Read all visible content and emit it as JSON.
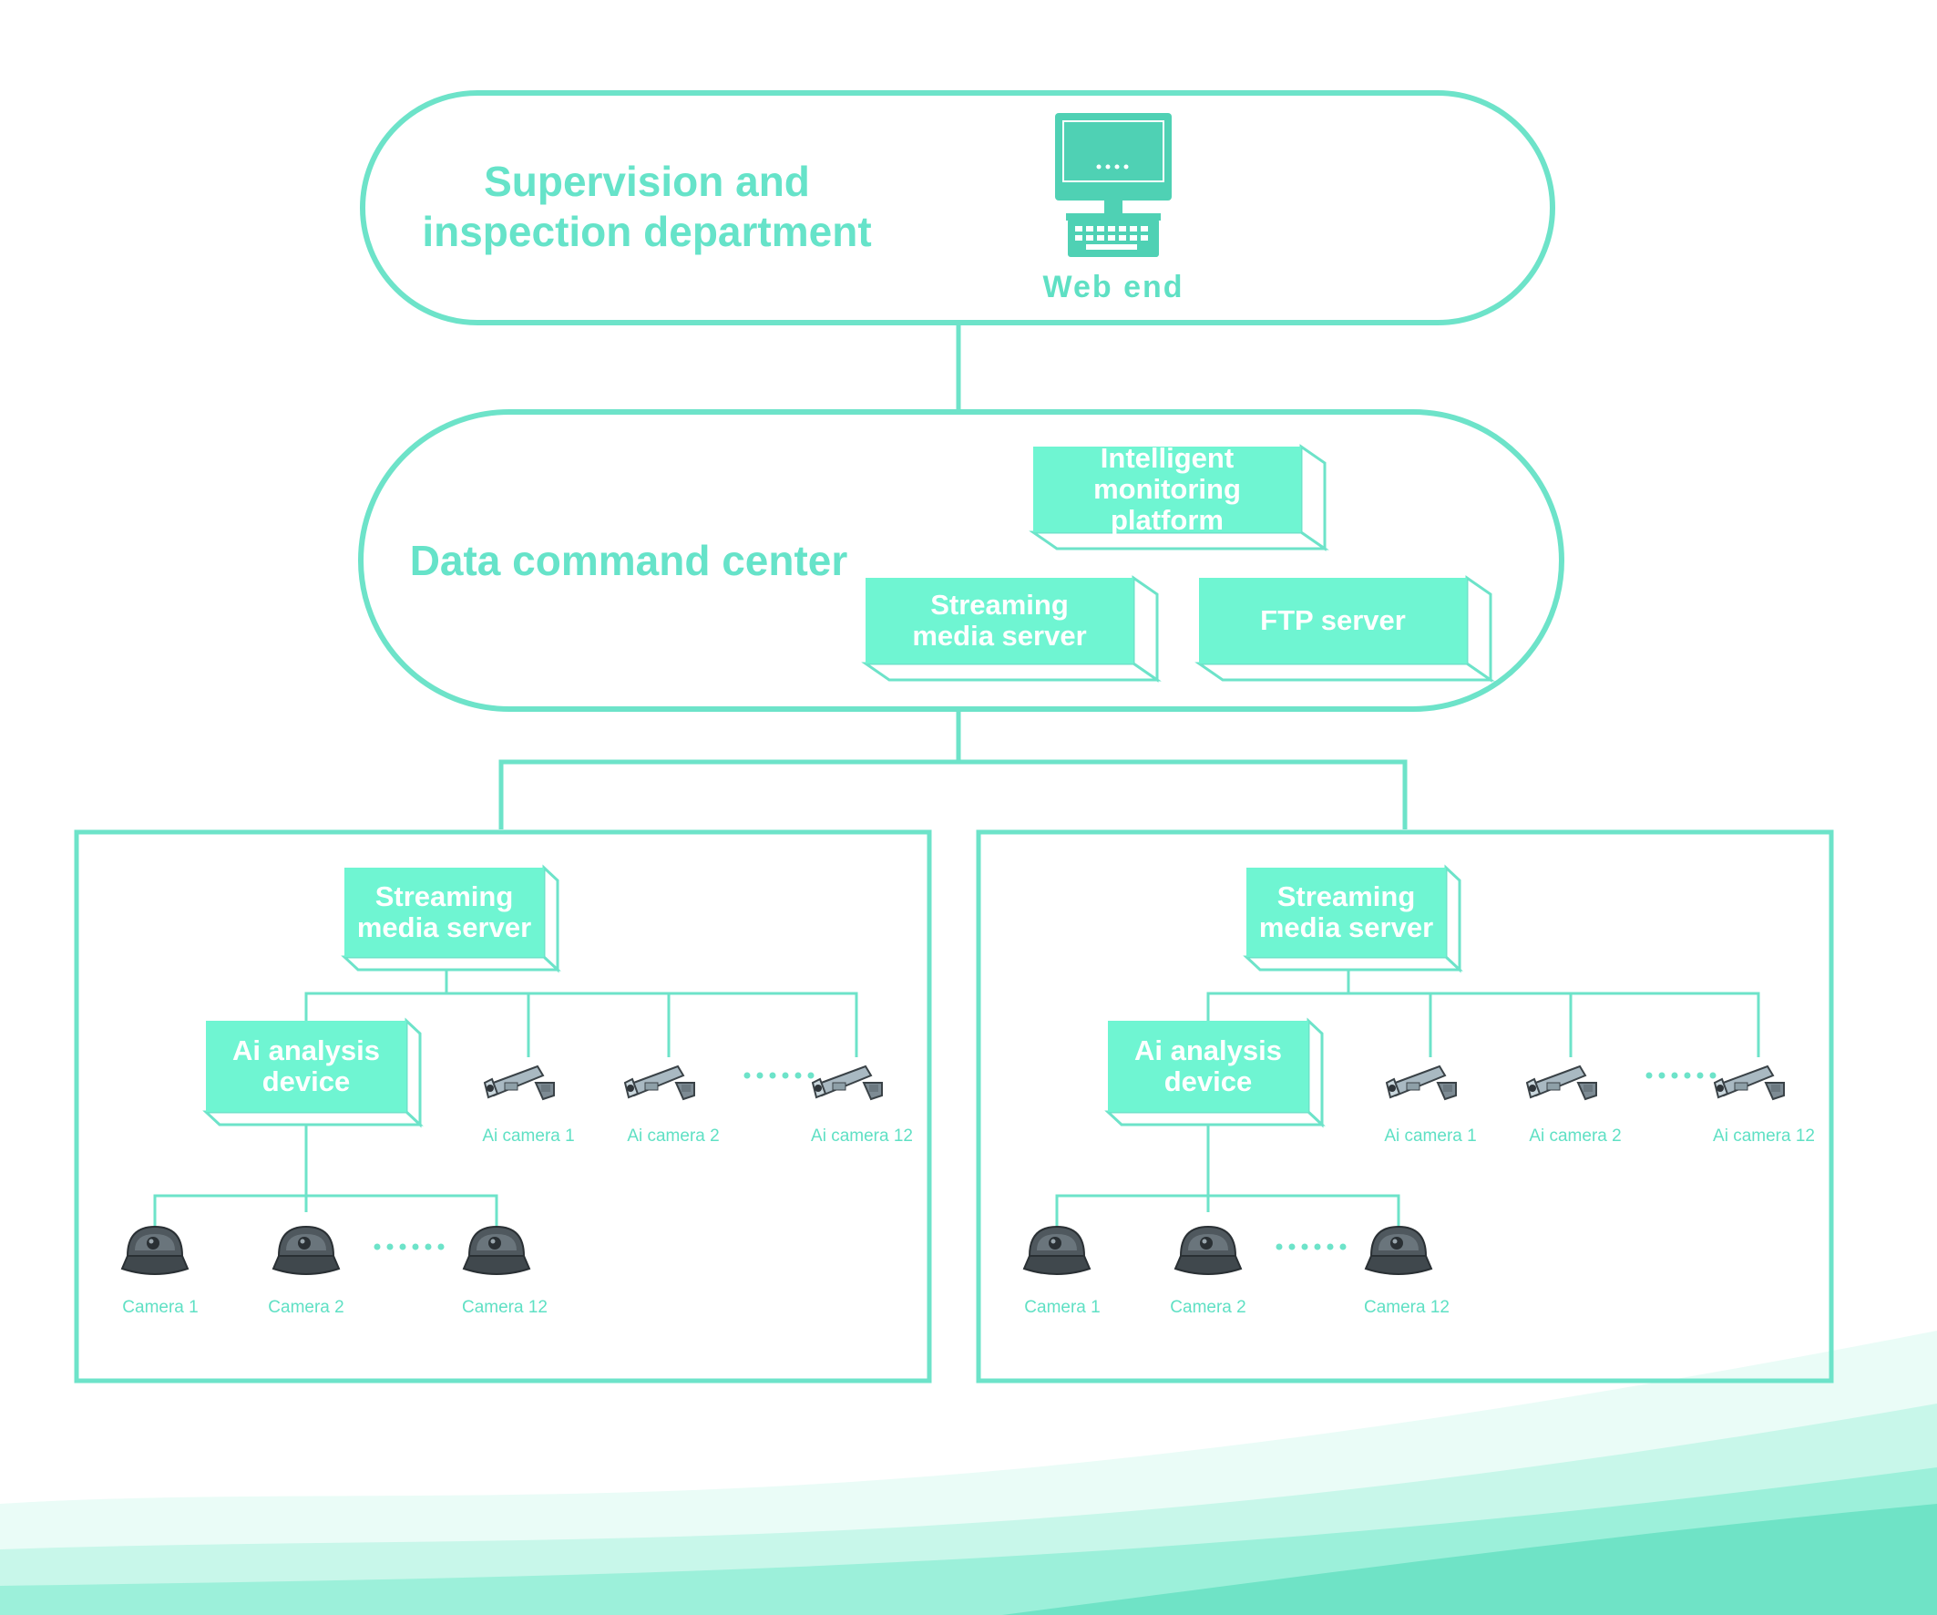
{
  "supervision": {
    "title": "Supervision and\ninspection department",
    "web_end": "Web end"
  },
  "command_center": {
    "title": "Data command center",
    "platform": "Intelligent\nmonitoring platform",
    "streaming": "Streaming\nmedia server",
    "ftp": "FTP server"
  },
  "sites": [
    {
      "streaming": "Streaming\nmedia server",
      "ai_device": "Ai analysis\ndevice",
      "ai_cameras": [
        "Ai camera  1",
        "Ai camera  2",
        "Ai camera  12"
      ],
      "cameras": [
        "Camera  1",
        "Camera  2",
        "Camera  12"
      ]
    },
    {
      "streaming": "Streaming\nmedia server",
      "ai_device": "Ai analysis\ndevice",
      "ai_cameras": [
        "Ai camera  1",
        "Ai camera  2",
        "Ai camera  12"
      ],
      "cameras": [
        "Camera  1",
        "Camera  2",
        "Camera  12"
      ]
    }
  ],
  "colors": {
    "line": "#6de3c9",
    "box": "#6ff5d2",
    "monitor": "#4fd1b4"
  }
}
